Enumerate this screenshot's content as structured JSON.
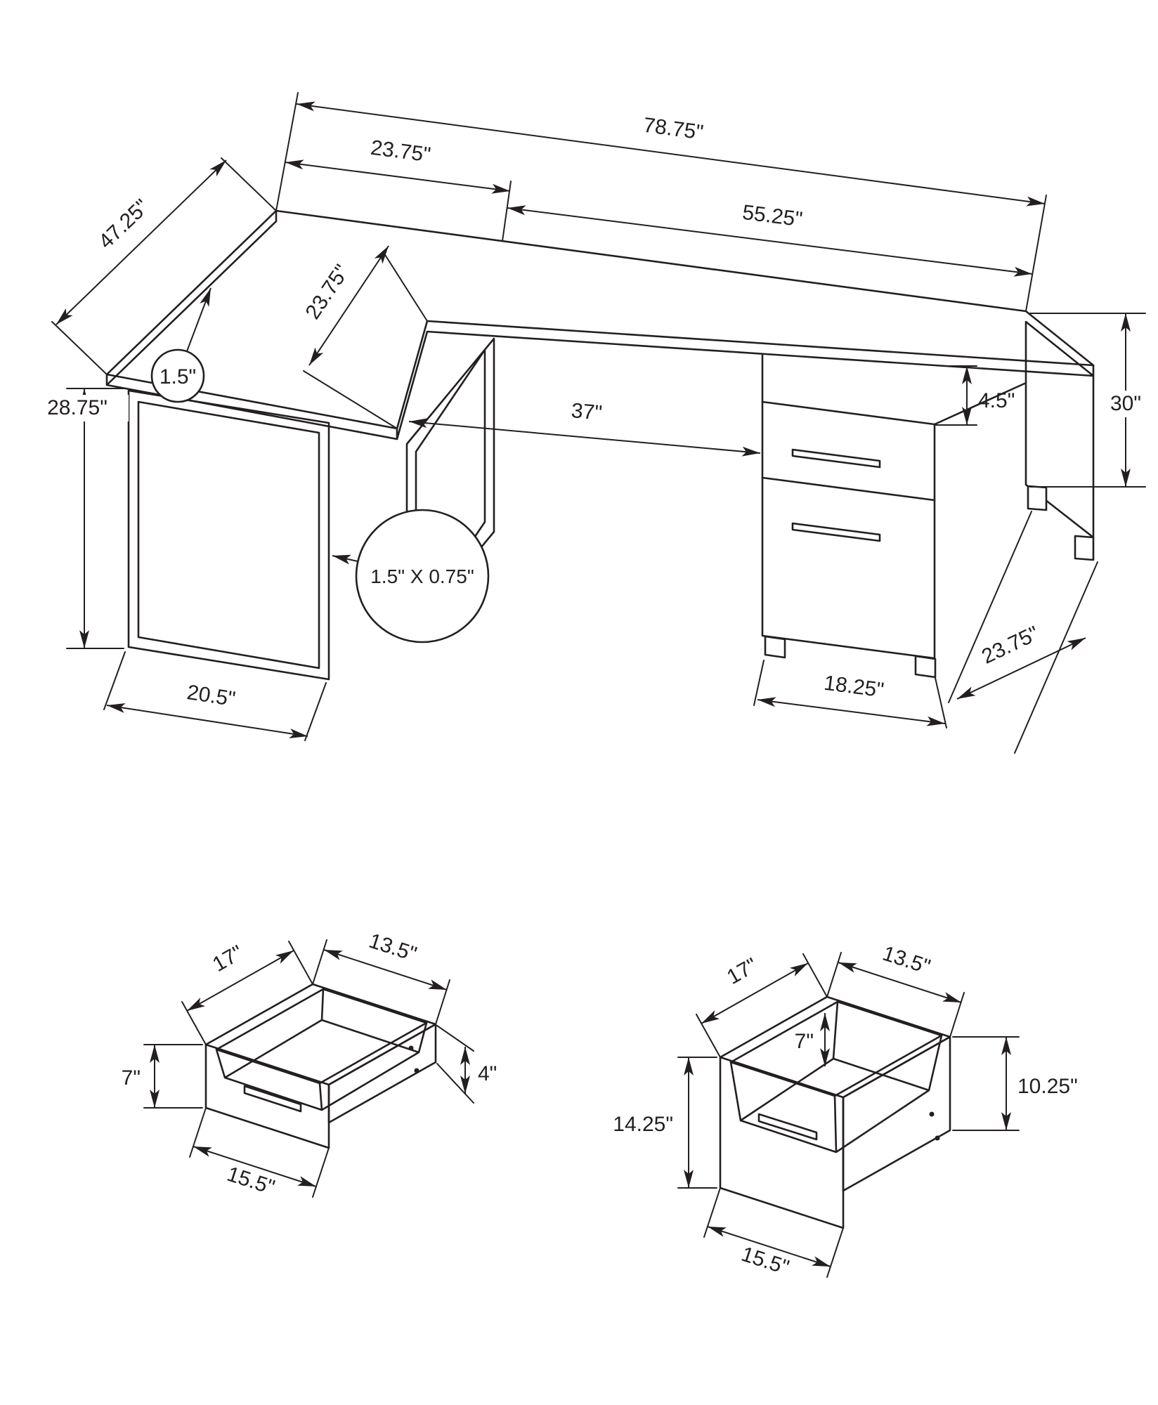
{
  "colors": {
    "ink": "#231f20",
    "background": "#ffffff"
  },
  "main_desk": {
    "dims": {
      "total_width": "78.75\"",
      "left_section_width": "23.75\"",
      "right_section_width": "55.25\"",
      "left_wing_length": "47.25\"",
      "wing_inner_depth": "23.75\"",
      "kneehole_width": "37\"",
      "cubby_height": "4.5\"",
      "desk_height_right": "30\"",
      "leg_height_left": "28.75\"",
      "top_thickness": "1.5\"",
      "leg_tube_size": "1.5\" X 0.75\"",
      "left_leg_width": "20.5\"",
      "cabinet_width": "18.25\"",
      "right_side_depth": "23.75\""
    }
  },
  "small_drawer": {
    "dims": {
      "depth": "17\"",
      "width": "13.5\"",
      "front_height": "7\"",
      "side_height": "4\"",
      "front_width": "15.5\""
    }
  },
  "large_drawer": {
    "dims": {
      "depth": "17\"",
      "width": "13.5\"",
      "inner_depth": "7\"",
      "front_height": "14.25\"",
      "side_height": "10.25\"",
      "front_width": "15.5\""
    }
  }
}
